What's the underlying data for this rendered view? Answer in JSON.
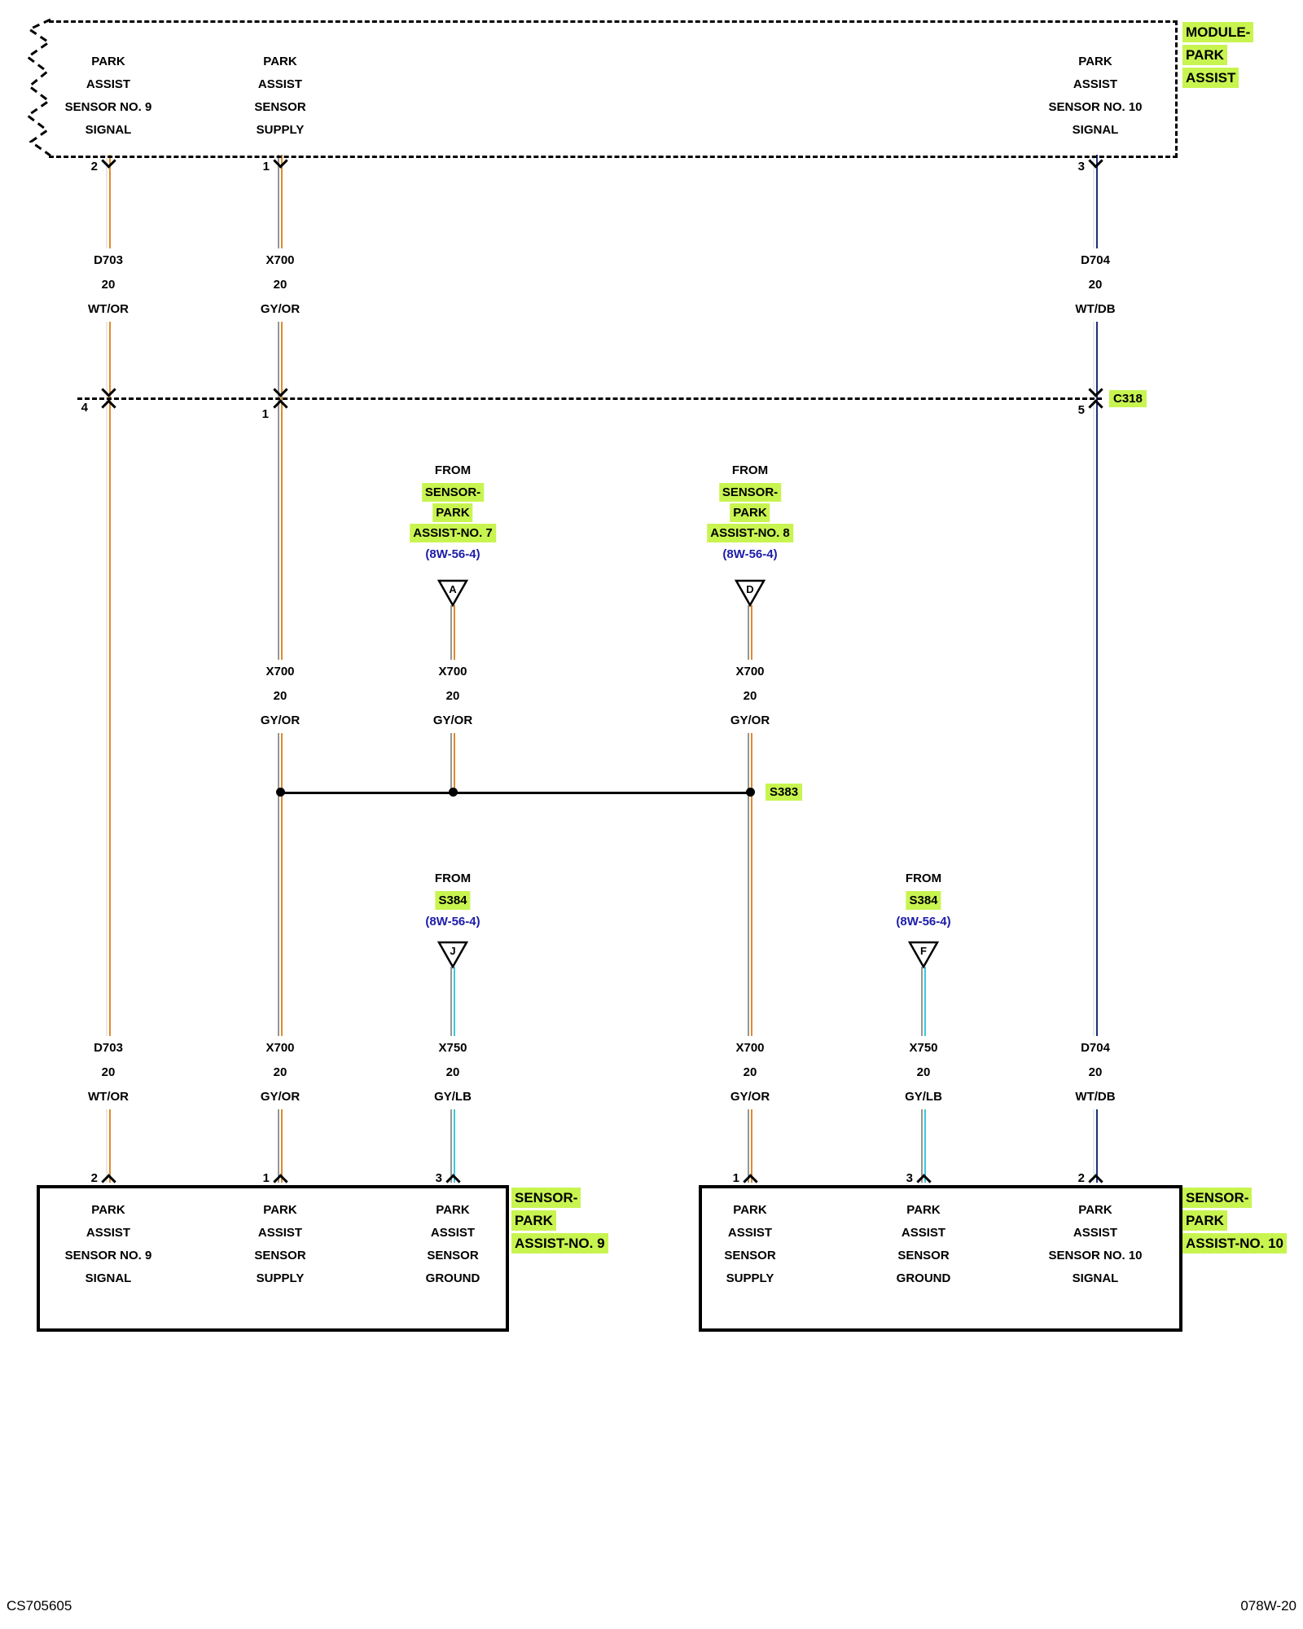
{
  "palette": {
    "highlight": "#c8f450",
    "reference_blue": "#1c1caa",
    "wire_wt_or": [
      "#e9e9e9",
      "#dd8b2b"
    ],
    "wire_gy_or": [
      "#969696",
      "#dd8b2b"
    ],
    "wire_wt_db": [
      "#e9e9e9",
      "#1d2f7d"
    ],
    "wire_gy_lb": [
      "#969696",
      "#3cc7de"
    ]
  },
  "module_connector": {
    "name_lines": [
      "MODULE-",
      "PARK",
      "ASSIST"
    ],
    "pins": [
      {
        "number": "2",
        "lines": [
          "PARK",
          "ASSIST",
          "SENSOR NO. 9",
          "SIGNAL"
        ]
      },
      {
        "number": "1",
        "lines": [
          "PARK",
          "ASSIST",
          "SENSOR",
          "SUPPLY"
        ]
      },
      {
        "number": "3",
        "lines": [
          "PARK",
          "ASSIST",
          "SENSOR NO. 10",
          "SIGNAL"
        ]
      }
    ]
  },
  "wire_labels_top": [
    {
      "circuit": "D703",
      "gauge": "20",
      "colors": "WT/OR"
    },
    {
      "circuit": "X700",
      "gauge": "20",
      "colors": "GY/OR"
    },
    {
      "circuit": "D704",
      "gauge": "20",
      "colors": "WT/DB"
    }
  ],
  "inline_connector": {
    "name": "C318",
    "pin_numbers": [
      "4",
      "1",
      "5"
    ]
  },
  "from_references_top": [
    {
      "from": "FROM",
      "lines": [
        "SENSOR-",
        "PARK",
        "ASSIST-NO. 7"
      ],
      "sheet": "(8W-56-4)",
      "letter": "A"
    },
    {
      "from": "FROM",
      "lines": [
        "SENSOR-",
        "PARK",
        "ASSIST-NO. 8"
      ],
      "sheet": "(8W-56-4)",
      "letter": "D"
    }
  ],
  "wire_labels_mid": [
    {
      "circuit": "X700",
      "gauge": "20",
      "colors": "GY/OR"
    },
    {
      "circuit": "X700",
      "gauge": "20",
      "colors": "GY/OR"
    },
    {
      "circuit": "X700",
      "gauge": "20",
      "colors": "GY/OR"
    }
  ],
  "splice": {
    "name": "S383"
  },
  "from_references_s384": [
    {
      "from": "FROM",
      "name": "S384",
      "sheet": "(8W-56-4)",
      "letter": "J"
    },
    {
      "from": "FROM",
      "name": "S384",
      "sheet": "(8W-56-4)",
      "letter": "F"
    }
  ],
  "wire_labels_bottom": [
    {
      "circuit": "D703",
      "gauge": "20",
      "colors": "WT/OR"
    },
    {
      "circuit": "X700",
      "gauge": "20",
      "colors": "GY/OR"
    },
    {
      "circuit": "X750",
      "gauge": "20",
      "colors": "GY/LB"
    },
    {
      "circuit": "X700",
      "gauge": "20",
      "colors": "GY/OR"
    },
    {
      "circuit": "X750",
      "gauge": "20",
      "colors": "GY/LB"
    },
    {
      "circuit": "D704",
      "gauge": "20",
      "colors": "WT/DB"
    }
  ],
  "sensor9_connector": {
    "name_lines": [
      "SENSOR-",
      "PARK",
      "ASSIST-NO. 9"
    ],
    "pins": [
      {
        "number": "2",
        "lines": [
          "PARK",
          "ASSIST",
          "SENSOR NO. 9",
          "SIGNAL"
        ]
      },
      {
        "number": "1",
        "lines": [
          "PARK",
          "ASSIST",
          "SENSOR",
          "SUPPLY"
        ]
      },
      {
        "number": "3",
        "lines": [
          "PARK",
          "ASSIST",
          "SENSOR",
          "GROUND"
        ]
      }
    ]
  },
  "sensor10_connector": {
    "name_lines": [
      "SENSOR-",
      "PARK",
      "ASSIST-NO. 10"
    ],
    "pins": [
      {
        "number": "1",
        "lines": [
          "PARK",
          "ASSIST",
          "SENSOR",
          "SUPPLY"
        ]
      },
      {
        "number": "3",
        "lines": [
          "PARK",
          "ASSIST",
          "SENSOR",
          "GROUND"
        ]
      },
      {
        "number": "2",
        "lines": [
          "PARK",
          "ASSIST",
          "SENSOR NO. 10",
          "SIGNAL"
        ]
      }
    ]
  },
  "footer": {
    "left_code": "CS705605",
    "right_code": "078W-20"
  }
}
